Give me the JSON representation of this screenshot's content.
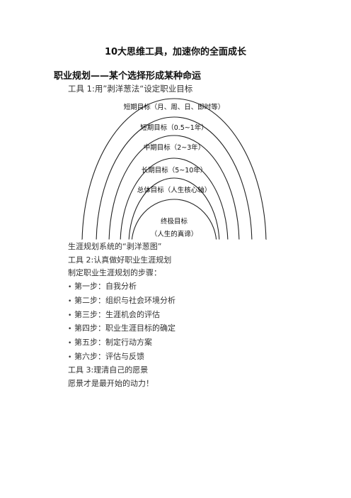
{
  "title": "10大思维工具，加速你的全面成长",
  "section_heading": "职业规划——某个选择形成某种命运",
  "tool1_line": "工具 1:用”剥洋葱法“设定职业目标",
  "diagram": {
    "rings": [
      "短期目标（月、周、日、即时等）",
      "短期目标（0.5~1年）",
      "中期目标（2~3年）",
      "长期目标（5~10年）",
      "总体目标（人生核心轴）",
      "终极目标"
    ],
    "core_sublabel": "（人生的真谛）"
  },
  "caption": "生涯规划系统的“剥洋葱图”",
  "tool2_line": "工具 2:认真做好职业生涯规划",
  "steps_intro": "制定职业生涯规划的步骤：",
  "steps": [
    "第一步：自我分析",
    "第二步：组织与社会环境分析",
    "第三步：生涯机会的评估",
    "第四步：职业生涯目标的确定",
    "第五步：制定行动方案",
    "第六步：评估与反馈"
  ],
  "tool3_line": "工具 3:理清自己的愿景",
  "closing_line": "愿景才是最开始的动力！"
}
